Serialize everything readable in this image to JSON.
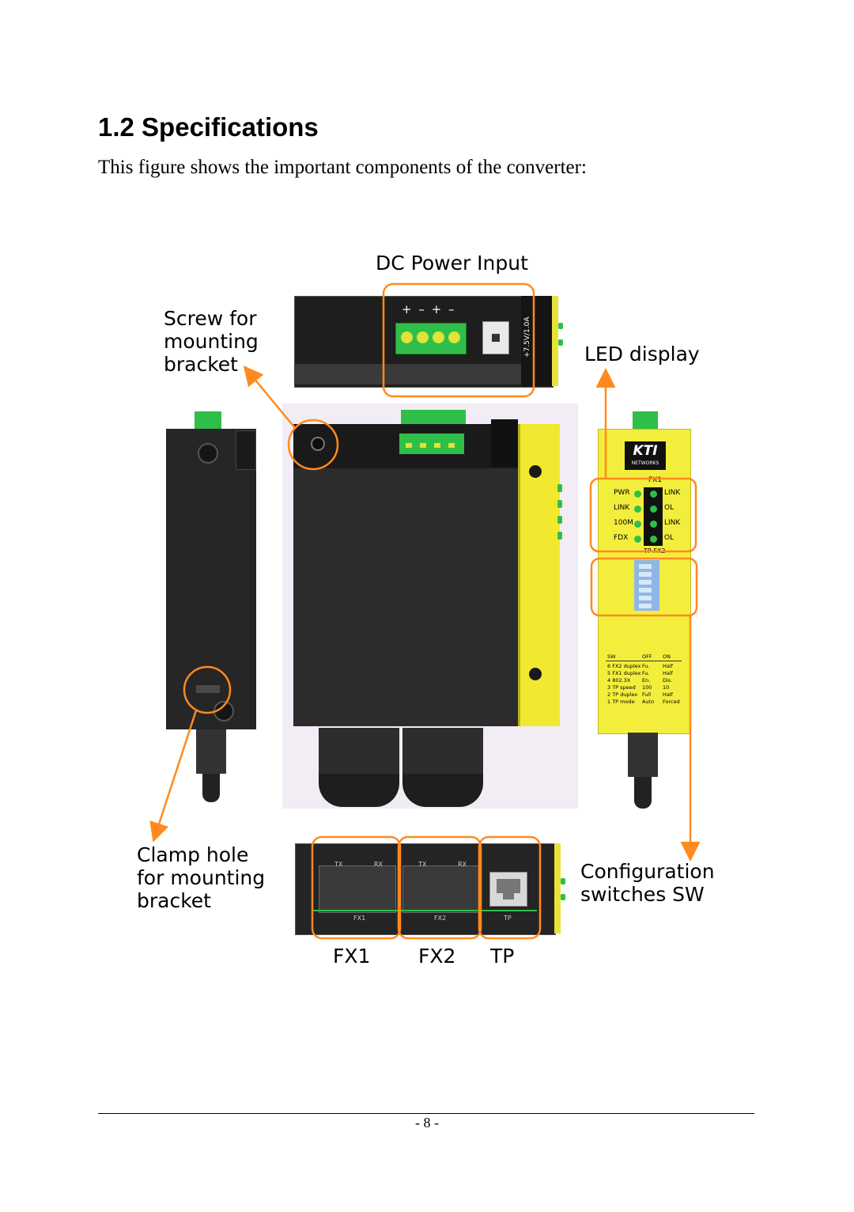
{
  "section": {
    "heading": "1.2 Specifications",
    "intro": "This figure shows the important components of the converter:"
  },
  "figure": {
    "callouts": {
      "dc_power": "DC Power Input",
      "screw": "Screw for\nmounting\nbracket",
      "led": "LED display",
      "clamp": "Clamp hole\nfor mounting\nbracket",
      "config": "Configuration\nswitches SW"
    },
    "ports": {
      "fx1": "FX1",
      "fx2": "FX2",
      "tp": "TP"
    },
    "top_view": {
      "polarity": "+ – + –",
      "rating": "+7.5V/1.0A"
    },
    "bottom_view": {
      "tx1": "TX",
      "rx1": "RX",
      "tx2": "TX",
      "rx2": "RX",
      "fx1": "FX1",
      "fx2": "FX2",
      "tp": "TP"
    },
    "front_panel": {
      "logo": "KTI",
      "logo_sub": "NETWORKS",
      "fx1": "FX1",
      "led_left": [
        "PWR",
        "LINK",
        "100M",
        "FDX"
      ],
      "led_right": [
        "LINK",
        "OL",
        "LINK",
        "OL"
      ],
      "tp_fx2": "TP  FX2",
      "table_header": [
        "SW",
        "OFF",
        "ON"
      ],
      "table_rows": [
        [
          "6 FX2 duplex",
          "Fu.",
          "Half"
        ],
        [
          "5 FX1 duplex",
          "Fu.",
          "Half"
        ],
        [
          "4 802.3X",
          "En.",
          "Dis."
        ],
        [
          "3 TP speed",
          "100",
          "10"
        ],
        [
          "2 TP duplex",
          "Full",
          "Half"
        ],
        [
          "1 TP mode",
          "Auto",
          "Forced"
        ]
      ]
    },
    "colors": {
      "callout_outline": "#ff8a1e",
      "panel_yellow": "#f3ee3c",
      "terminal_green": "#33c14a",
      "device_dark": "#2a2a2a"
    }
  },
  "footer": {
    "page": "- 8 -"
  }
}
